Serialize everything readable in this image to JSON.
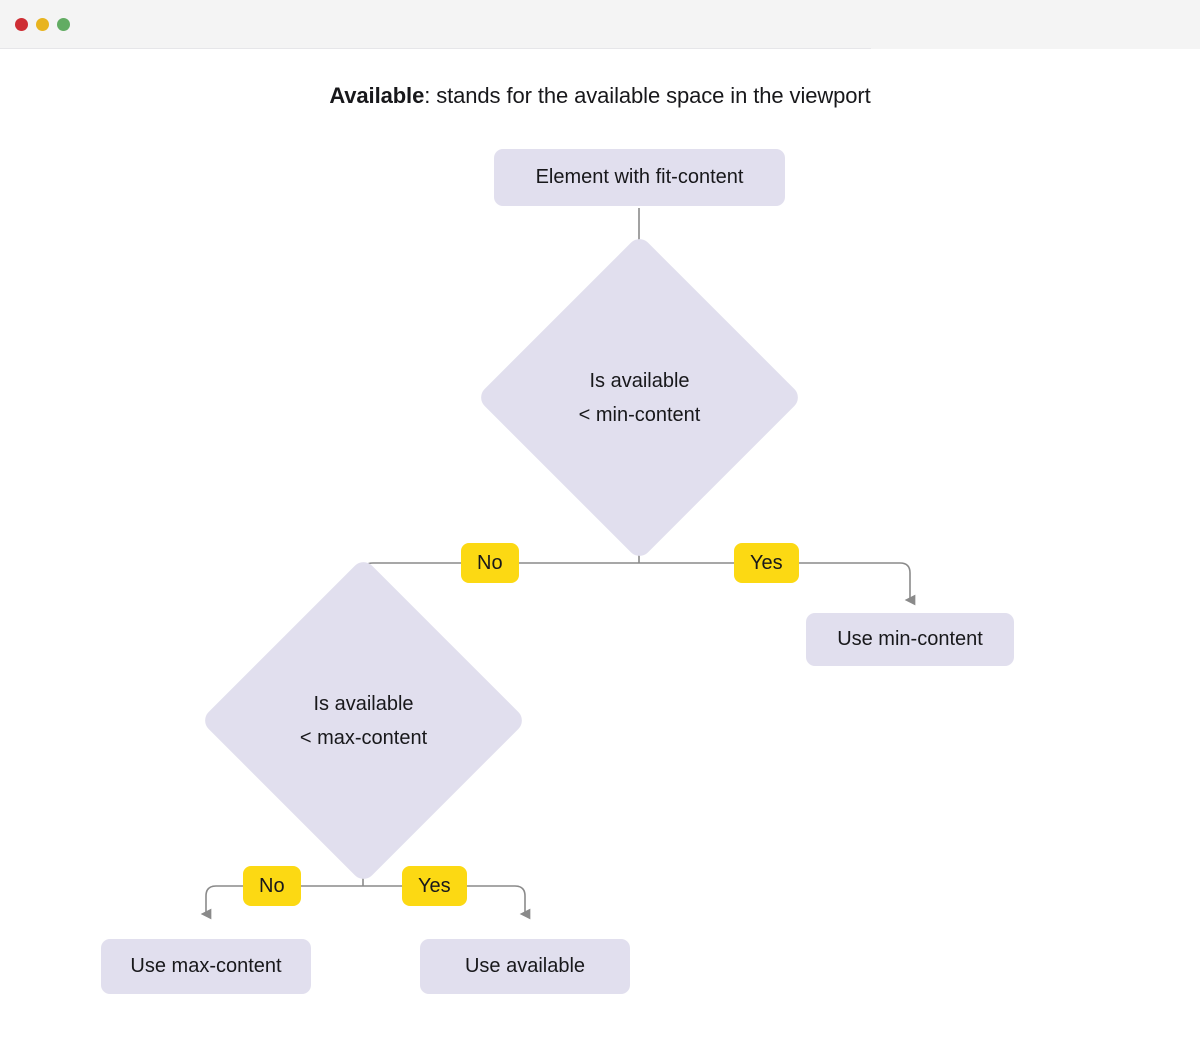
{
  "window": {
    "traffic_lights": [
      {
        "name": "close",
        "color": "#ce2e34"
      },
      {
        "name": "minimize",
        "color": "#e8b41f"
      },
      {
        "name": "zoom",
        "color": "#62ac63"
      }
    ]
  },
  "chart_data": {
    "type": "diagram",
    "diagram_kind": "flowchart",
    "title_strong": "Available",
    "title_rest": ": stands for the available space in the viewport",
    "colors": {
      "node_fill": "#e1dfee",
      "label_fill": "#fcd913",
      "connector": "#8a8a8a",
      "text": "#18181b",
      "background": "#ffffff",
      "chrome": "#f4f4f4"
    },
    "nodes": [
      {
        "id": "start",
        "shape": "rounded-rect",
        "text": "Element with fit-content"
      },
      {
        "id": "q1",
        "shape": "diamond",
        "text_line1": "Is available",
        "text_line2": "< min-content"
      },
      {
        "id": "q2",
        "shape": "diamond",
        "text_line1": "Is available",
        "text_line2": "< max-content"
      },
      {
        "id": "min",
        "shape": "rounded-rect",
        "text": "Use min-content"
      },
      {
        "id": "max",
        "shape": "rounded-rect",
        "text": "Use max-content"
      },
      {
        "id": "available",
        "shape": "rounded-rect",
        "text": "Use available"
      }
    ],
    "edges": [
      {
        "from": "start",
        "to": "q1",
        "label": ""
      },
      {
        "from": "q1",
        "to": "min",
        "label": "Yes"
      },
      {
        "from": "q1",
        "to": "q2",
        "label": "No"
      },
      {
        "from": "q2",
        "to": "available",
        "label": "Yes"
      },
      {
        "from": "q2",
        "to": "max",
        "label": "No"
      }
    ],
    "edge_labels": [
      {
        "id": "q1-no",
        "text": "No"
      },
      {
        "id": "q1-yes",
        "text": "Yes"
      },
      {
        "id": "q2-no",
        "text": "No"
      },
      {
        "id": "q2-yes",
        "text": "Yes"
      }
    ]
  }
}
